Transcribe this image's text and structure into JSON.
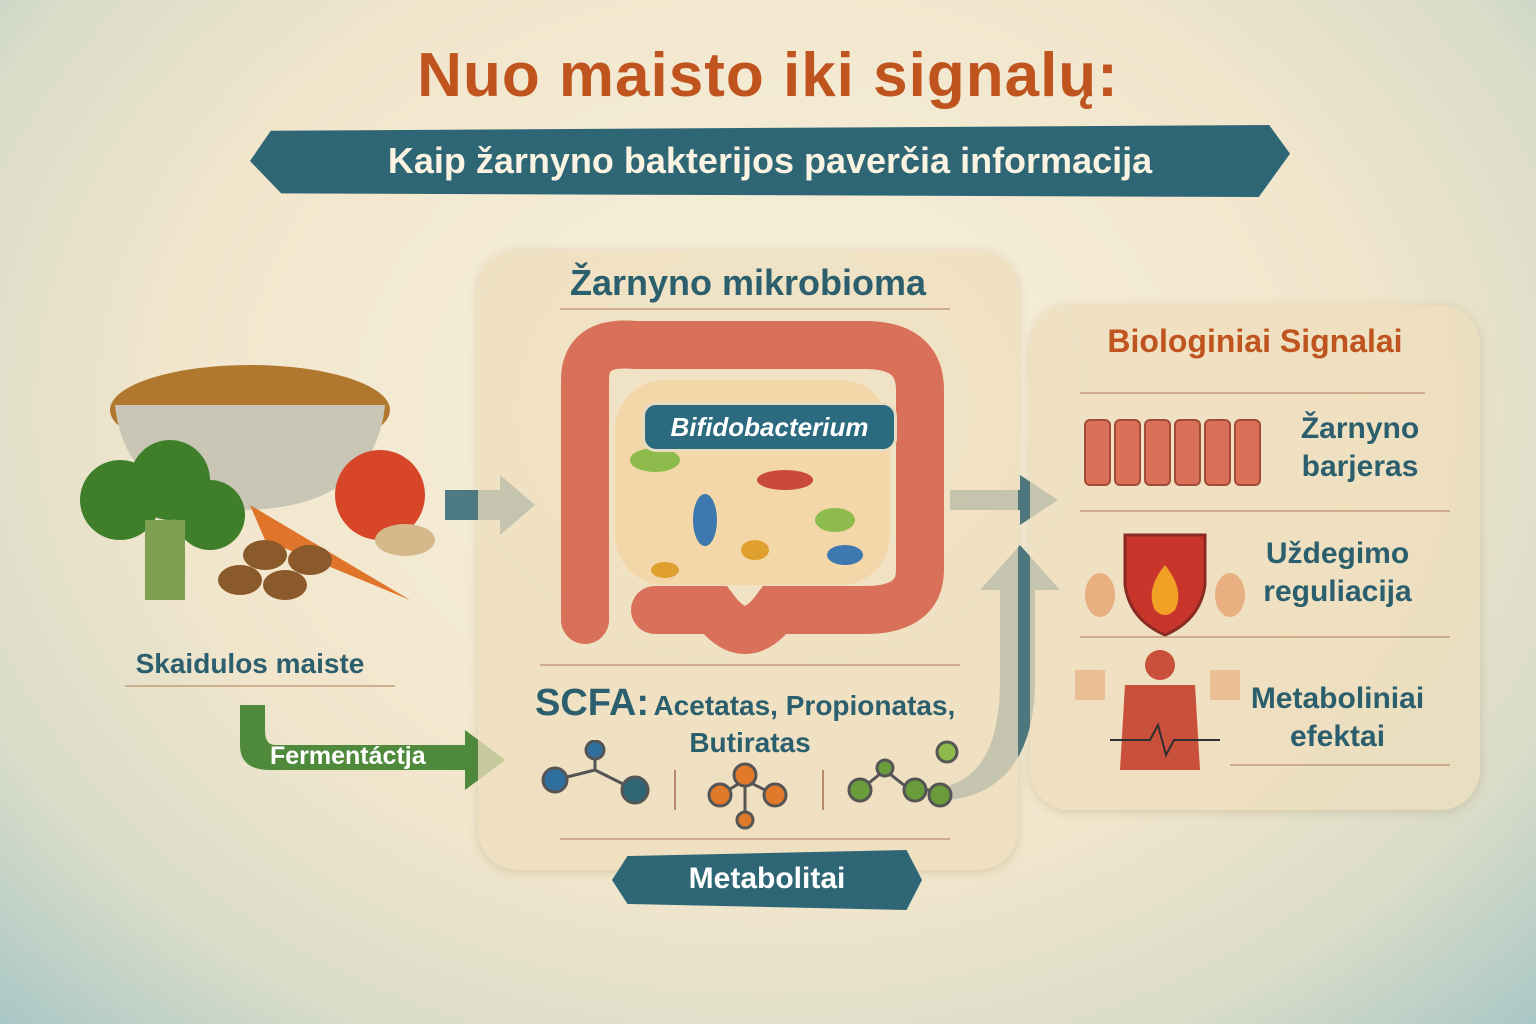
{
  "title": "Nuo maisto iki signalų:",
  "subtitle": "Kaip žarnyno bakterijos paverčia informacija",
  "food": {
    "label": "Skaidulos maiste",
    "arrow_label": "Fermentáctja"
  },
  "microbiome": {
    "title": "Žarnyno mikrobioma",
    "bacterium": "Bifidobacterium",
    "scfa_prefix": "SCFA:",
    "scfa_list": "Acetatas, Propionatas,",
    "scfa_last": "Butiratas",
    "metabolites": "Metabolitai"
  },
  "signals": {
    "title": "Biologiniai Signalai",
    "items": [
      {
        "line1": "Žarnyno",
        "line2": "barjeras"
      },
      {
        "line1": "Uždegimo",
        "line2": "reguliacija"
      },
      {
        "line1": "Metaboliniai",
        "line2": "efektai"
      }
    ]
  },
  "colors": {
    "title": "#c0541f",
    "teal": "#2f6675",
    "green": "#4f8a3c"
  }
}
